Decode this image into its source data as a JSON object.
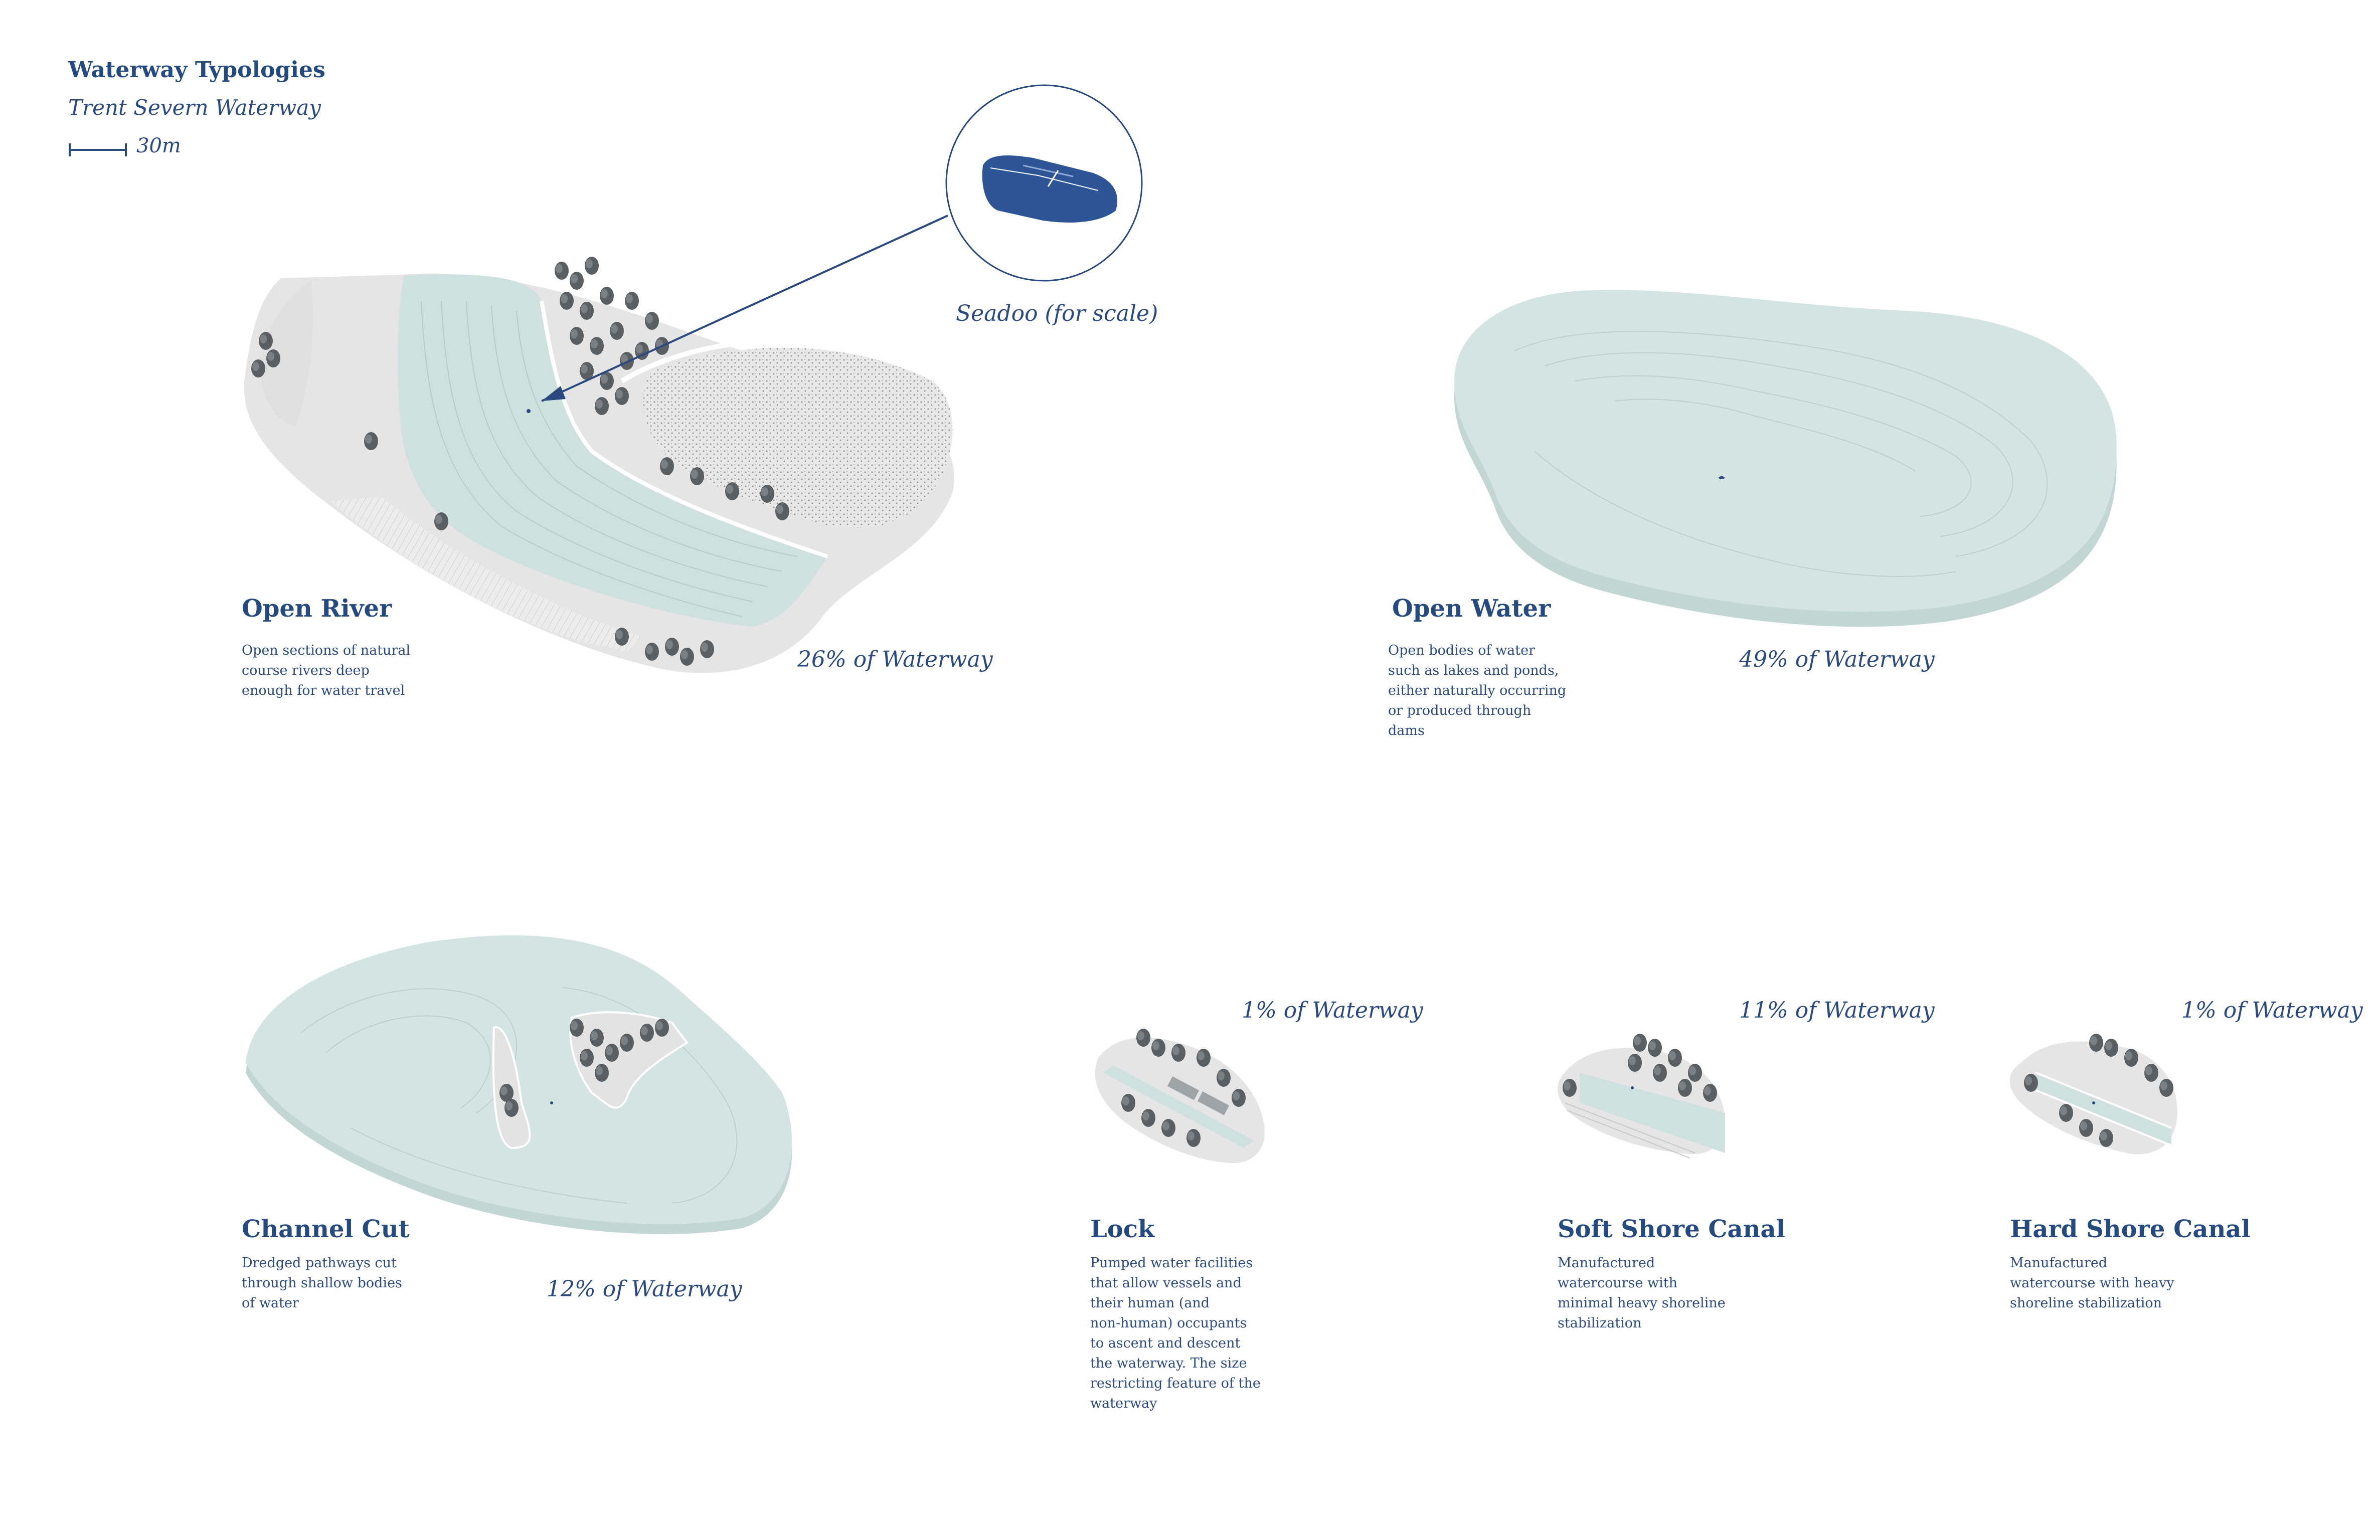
{
  "header": {
    "title": "Waterway Typologies",
    "subtitle": "Trent Severn Waterway",
    "scale_label": "30m"
  },
  "callout": {
    "caption": "Seadoo (for scale)"
  },
  "typologies": [
    {
      "name": "Open River",
      "description": "Open sections of natural\ncourse rivers deep\nenough for water travel",
      "share": "26% of Waterway"
    },
    {
      "name": "Open Water",
      "description": "Open bodies of water\nsuch as lakes and ponds,\neither naturally occurring\nor produced through\ndams",
      "share": "49% of Waterway"
    },
    {
      "name": "Channel Cut",
      "description": "Dredged pathways cut\nthrough shallow bodies\nof water",
      "share": "12% of Waterway"
    },
    {
      "name": "Lock",
      "description": "Pumped water facilities\nthat allow vessels and\ntheir human (and\nnon-human) occupants\nto ascent and descent\nthe waterway. The size\nrestricting feature of the\nwaterway",
      "share": "1% of Waterway"
    },
    {
      "name": "Soft Shore Canal",
      "description": "Manufactured\nwatercourse with\nminimal heavy shoreline\nstabilization",
      "share": "11% of Waterway"
    },
    {
      "name": "Hard Shore Canal",
      "description": "Manufactured\nwatercourse with heavy\nshoreline stabilization",
      "share": "1% of Waterway"
    }
  ],
  "colors": {
    "water": "#cfe1df",
    "water_edge": "#bcd3d1",
    "land": "#e6e6e6",
    "land_dark": "#c9c9c9",
    "trees": "#555a5e",
    "accent": "#2a4a7f",
    "boat": "#2d5595"
  },
  "icons": {
    "scale_bar": "scale-bar-icon",
    "boat": "seadoo-icon",
    "arrow": "callout-arrow-icon"
  }
}
